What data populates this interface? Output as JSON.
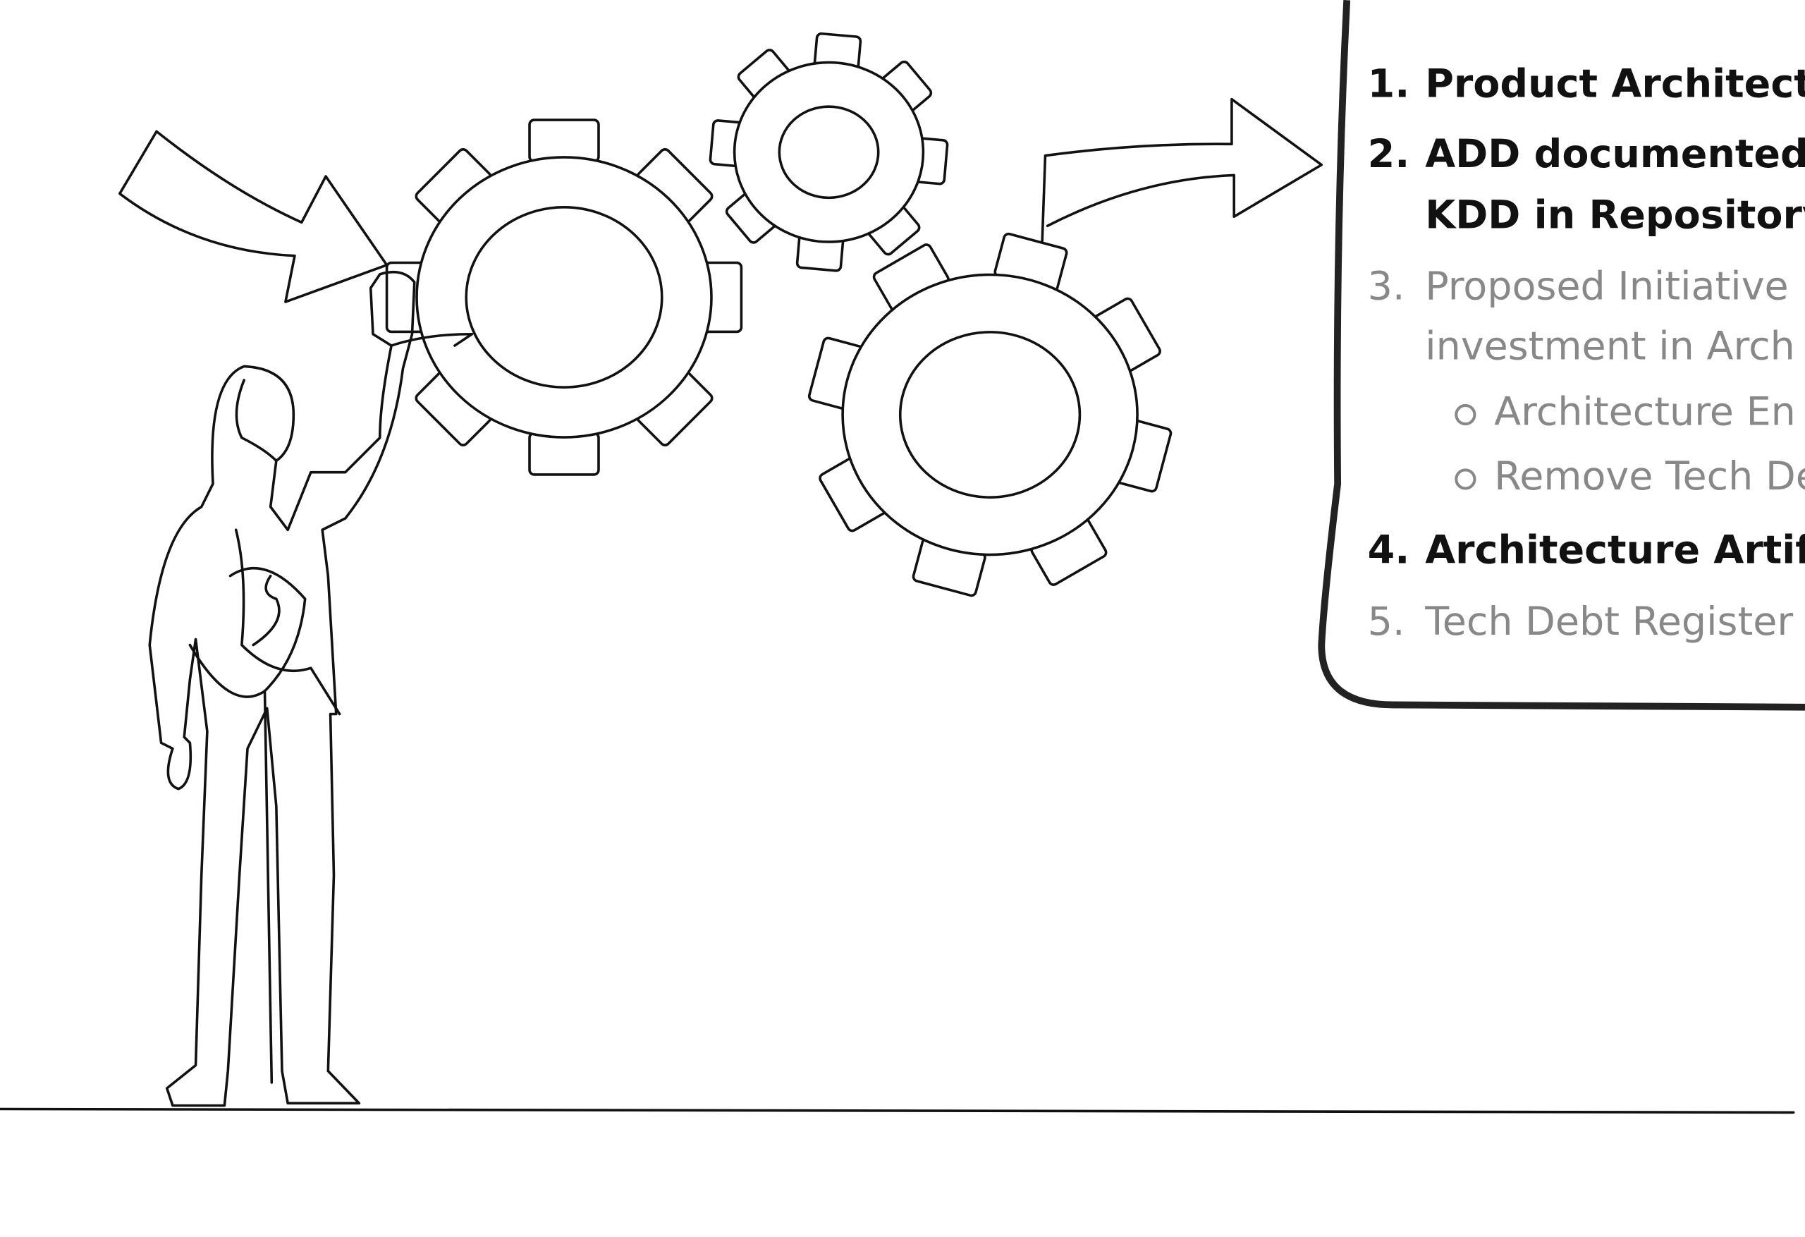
{
  "list": {
    "items": [
      {
        "num": "1.",
        "lines": [
          "Product Architectu"
        ],
        "emphasis": "dark"
      },
      {
        "num": "2.",
        "lines": [
          "ADD documented i",
          "KDD in Repository"
        ],
        "emphasis": "dark"
      },
      {
        "num": "3.",
        "lines": [
          "Proposed Initiative",
          "investment in Arch"
        ],
        "emphasis": "light",
        "subitems": [
          "Architecture En",
          "Remove Tech De"
        ]
      },
      {
        "num": "4.",
        "lines": [
          "Architecture Artifa"
        ],
        "emphasis": "dark"
      },
      {
        "num": "5.",
        "lines": [
          "Tech Debt Register"
        ],
        "emphasis": "light"
      }
    ]
  },
  "colors": {
    "dark_text": "#111111",
    "muted_text": "#888888",
    "line": "#111111"
  }
}
